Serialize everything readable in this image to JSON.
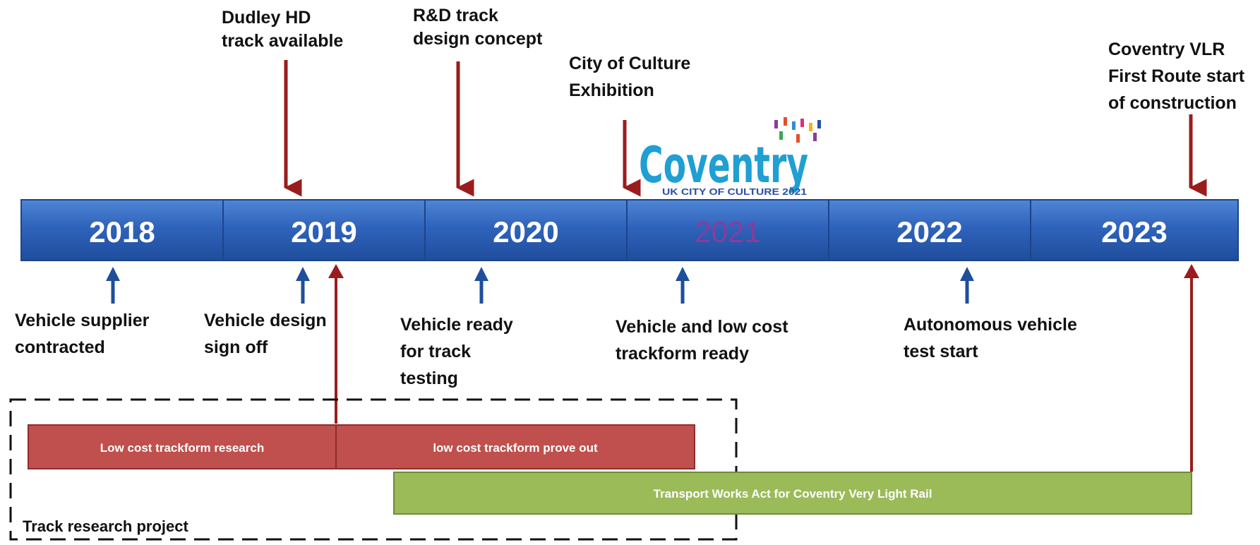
{
  "years": [
    {
      "label": "2018"
    },
    {
      "label": "2019"
    },
    {
      "label": "2020"
    },
    {
      "label": "2021",
      "color": "#8a3c9c"
    },
    {
      "label": "2022"
    },
    {
      "label": "2023"
    }
  ],
  "milestones_above": [
    {
      "lines": [
        "Dudley HD",
        "track available"
      ]
    },
    {
      "lines": [
        "R&D track",
        "design concept"
      ]
    },
    {
      "lines": [
        "City of Culture",
        "Exhibition"
      ]
    },
    {
      "lines": [
        "Coventry VLR",
        "First Route start",
        "of construction"
      ]
    }
  ],
  "milestones_below": [
    {
      "lines": [
        "Vehicle supplier",
        "contracted"
      ]
    },
    {
      "lines": [
        "Vehicle design",
        "sign off"
      ]
    },
    {
      "lines": [
        "Vehicle ready",
        "for track",
        "testing"
      ]
    },
    {
      "lines": [
        "Vehicle and low cost",
        "trackform ready"
      ]
    },
    {
      "lines": [
        "Autonomous vehicle",
        "test start"
      ]
    }
  ],
  "bars": [
    {
      "label": "Low cost trackform research"
    },
    {
      "label": "low cost trackform prove out"
    },
    {
      "label": "Transport Works Act for Coventry Very Light Rail"
    }
  ],
  "project_box_label": "Track research project",
  "logo": {
    "word": "Coventry",
    "subtitle": "UK CITY OF CULTURE 2021"
  },
  "colors": {
    "timeline_blue": "#2e62b8",
    "arrow_red": "#9b1c1c",
    "arrow_blue": "#1f4e9c",
    "research_bar": "#c0504d",
    "twa_bar": "#9bbb59"
  }
}
